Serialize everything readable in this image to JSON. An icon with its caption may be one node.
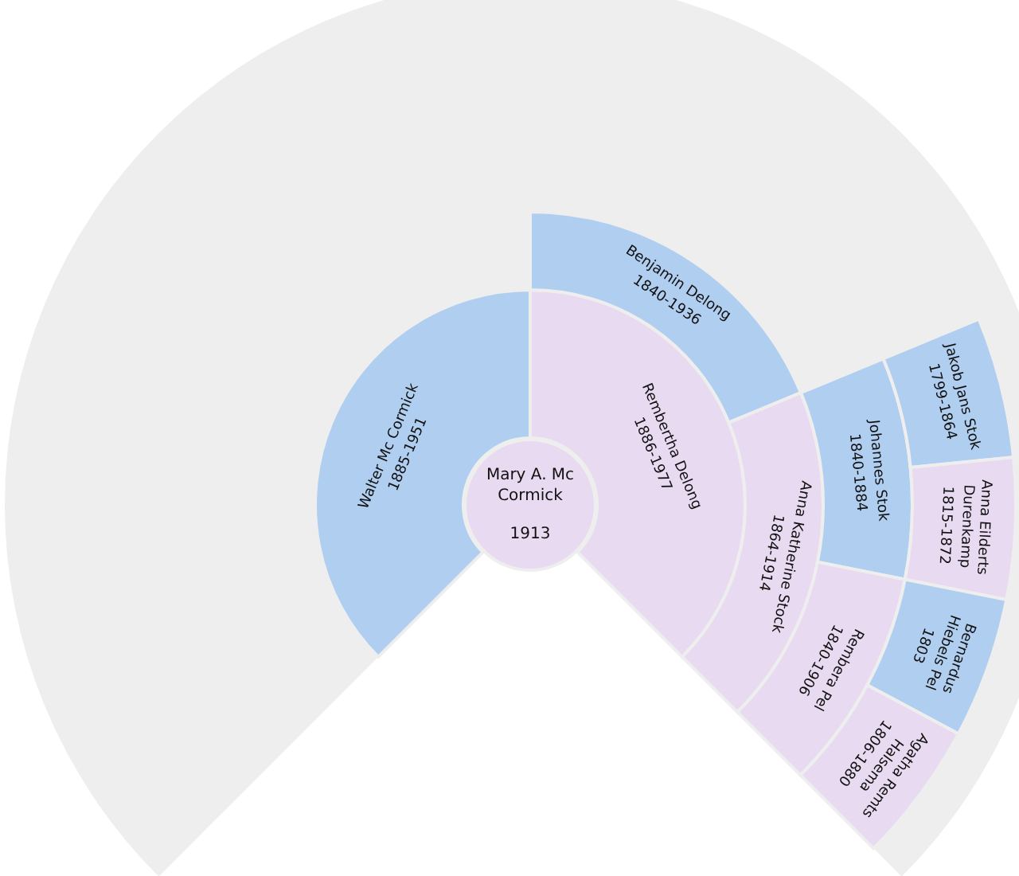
{
  "diagram": {
    "nodes": [
      {
        "text": [
          "Mary A. Mc Cormick",
          "1913"
        ]
      },
      {
        "text": [
          "Walter Mc Cormick",
          "1885-1951"
        ]
      },
      {
        "text": [
          "Rembertha Delong",
          "1886-1977"
        ]
      },
      {
        "text": [
          "Benjamin Delong",
          "1840-1936"
        ]
      },
      {
        "text": [
          "Anna Katherine Stock",
          "1864-1914"
        ]
      },
      {
        "text": [
          "Johannes Stok",
          "1840-1884"
        ]
      },
      {
        "text": [
          "Rembera Pel",
          "1840-1906"
        ]
      },
      {
        "text": [
          "Jakob Jans Stok",
          "1799-1864"
        ]
      },
      {
        "text": [
          "Anna Eilderts Durenkamp",
          "1815-1872"
        ]
      },
      {
        "text": [
          "Bernardus Hiebels Pel",
          "1803"
        ]
      },
      {
        "text": [
          "Agatha Remts Halsema",
          "1806-1880"
        ]
      }
    ]
  }
}
